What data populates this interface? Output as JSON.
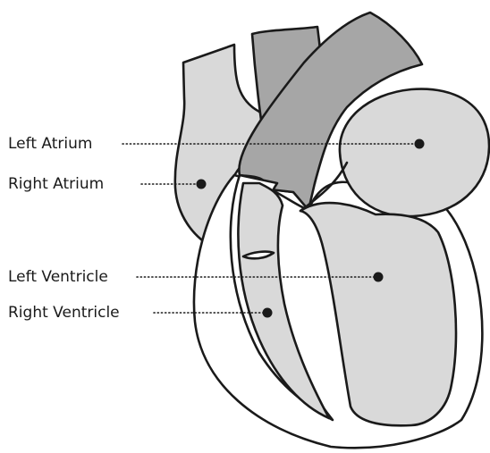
{
  "colors": {
    "outline": "#1a1a1a",
    "chamber_fill": "#d9d9d9",
    "vessel_fill": "#a6a6a6",
    "wall_fill": "#ffffff",
    "text": "#1a1a1a"
  },
  "labels": {
    "left_atrium": "Left Atrium",
    "right_atrium": "Right Atrium",
    "left_ventricle": "Left Ventricle",
    "right_ventricle": "Right Ventricle"
  }
}
